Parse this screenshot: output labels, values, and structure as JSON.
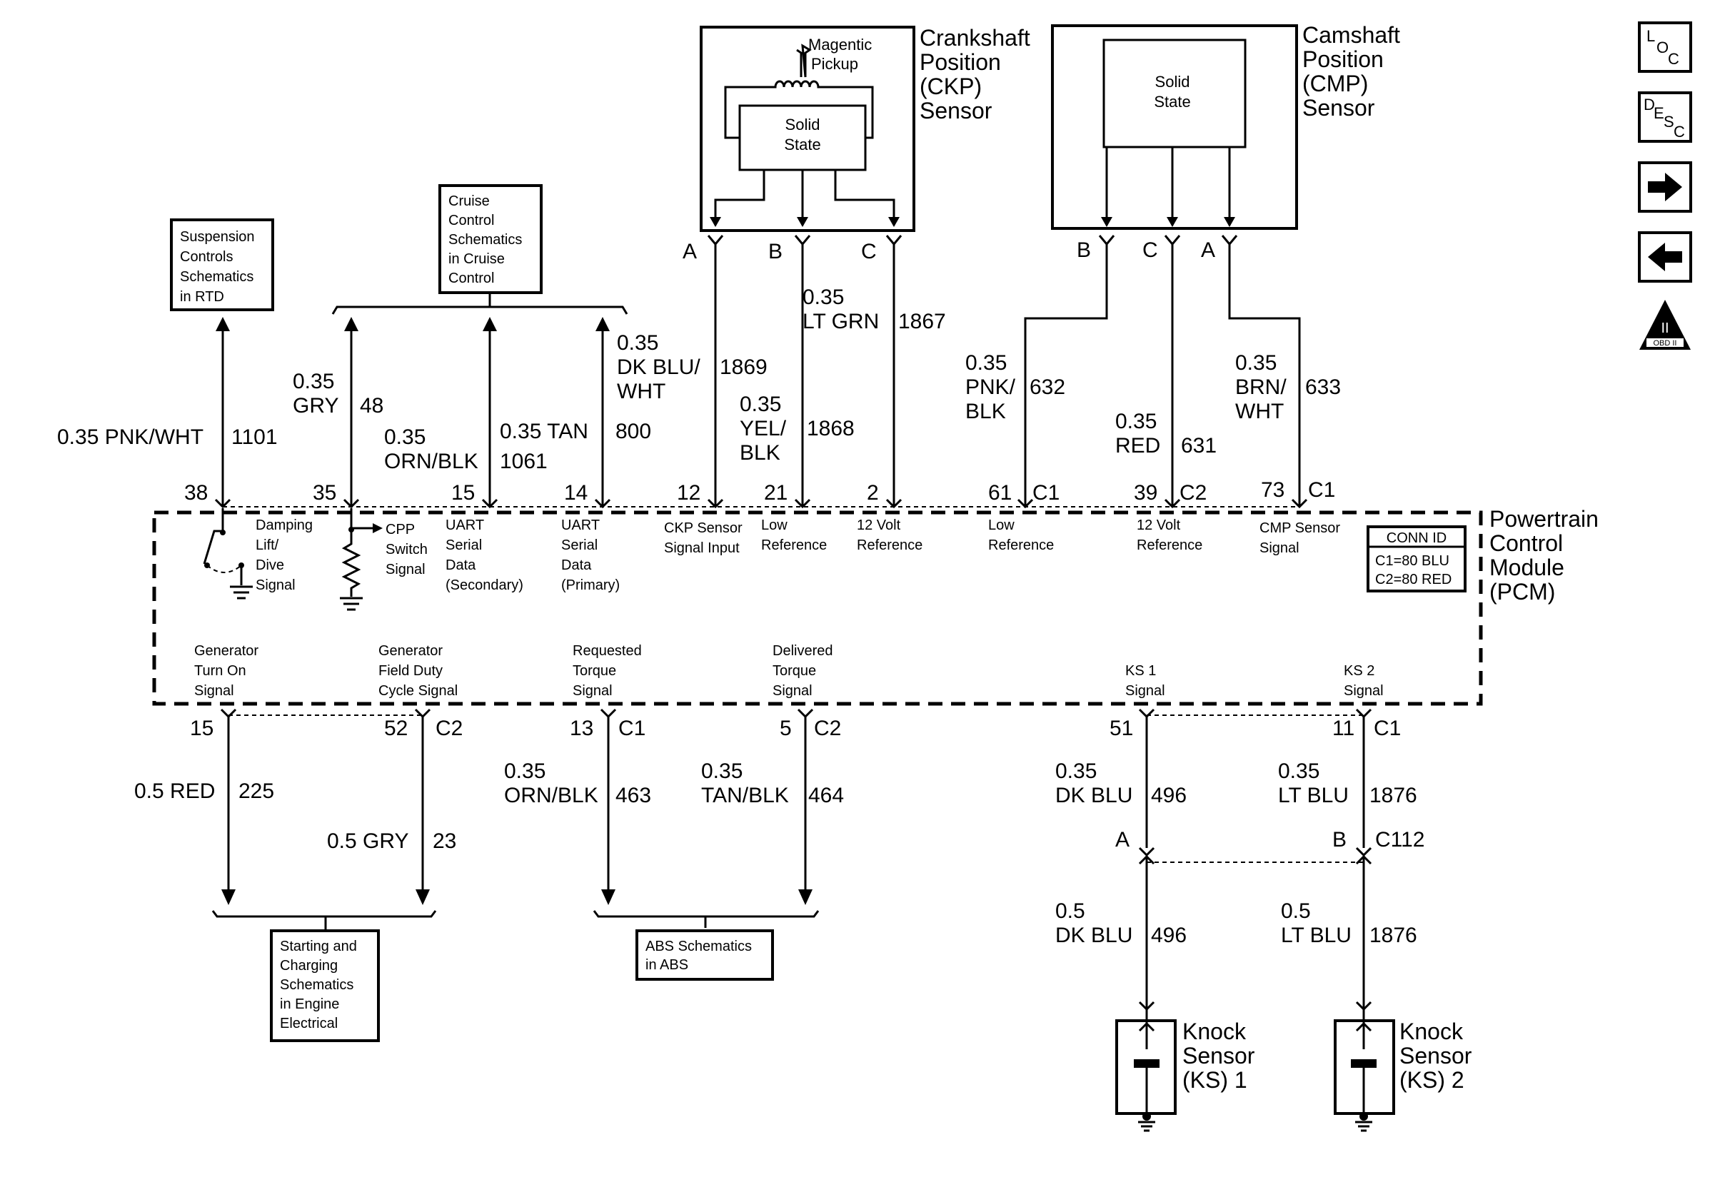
{
  "ckp": {
    "title": [
      "Crankshaft",
      "Position",
      "(CKP)",
      "Sensor"
    ],
    "pickup": [
      "Magentic",
      "Pickup"
    ],
    "solid": [
      "Solid",
      "State"
    ],
    "pins": [
      "A",
      "B",
      "C"
    ]
  },
  "cmp": {
    "title": [
      "Camshaft",
      "Position",
      "(CMP)",
      "Sensor"
    ],
    "solid": [
      "Solid",
      "State"
    ],
    "pins": [
      "B",
      "C",
      "A"
    ]
  },
  "pcm": {
    "title": [
      "Powertrain",
      "Control",
      "Module",
      "(PCM)"
    ],
    "conn_id": {
      "title": "CONN ID",
      "lines": [
        "C1=80 BLU",
        "C2=80 RED"
      ]
    }
  },
  "refs": {
    "suspension": [
      "Suspension",
      "Controls",
      "Schematics",
      "in RTD"
    ],
    "cruise": [
      "Cruise",
      "Control",
      "Schematics",
      "in Cruise",
      "Control"
    ],
    "starting": [
      "Starting and",
      "Charging",
      "Schematics",
      "in Engine",
      "Electrical"
    ],
    "abs": [
      "ABS Schematics",
      "in ABS"
    ]
  },
  "top_circuits": [
    {
      "pin": "38",
      "wire": [
        "0.35 PNK/WHT"
      ],
      "circuit": "1101",
      "func": [
        "Damping",
        "Lift/",
        "Dive",
        "Signal"
      ]
    },
    {
      "pin": "35",
      "wire": [
        "0.35",
        "GRY"
      ],
      "circuit": "48",
      "func": [
        "CPP",
        "Switch",
        "Signal"
      ]
    },
    {
      "pin": "15",
      "wire": [
        "0.35",
        "ORN/BLK"
      ],
      "circuit": "1061",
      "func": [
        "UART",
        "Serial",
        "Data",
        "(Secondary)"
      ]
    },
    {
      "pin": "14",
      "wire": [
        "0.35 TAN"
      ],
      "circuit": "800",
      "func": [
        "UART",
        "Serial",
        "Data",
        "(Primary)"
      ]
    },
    {
      "pin": "12",
      "wire": [
        "0.35",
        "DK BLU/",
        "WHT"
      ],
      "circuit": "1869",
      "func": [
        "CKP Sensor",
        "Signal Input"
      ]
    },
    {
      "pin": "21",
      "wire": [
        "0.35",
        "YEL/",
        "BLK"
      ],
      "circuit": "1868",
      "func": [
        "Low",
        "Reference"
      ]
    },
    {
      "pin": "2",
      "wire": [
        "0.35",
        "LT GRN"
      ],
      "circuit": "1867",
      "func": [
        "12 Volt",
        "Reference"
      ]
    },
    {
      "pin": "61",
      "conn": "C1",
      "wire": [
        "0.35",
        "PNK/",
        "BLK"
      ],
      "circuit": "632",
      "func": [
        "Low",
        "Reference"
      ]
    },
    {
      "pin": "39",
      "conn": "C2",
      "wire": [
        "0.35",
        "RED"
      ],
      "circuit": "631",
      "func": [
        "12 Volt",
        "Reference"
      ]
    },
    {
      "pin": "73",
      "conn": "C1",
      "wire": [
        "0.35",
        "BRN/",
        "WHT"
      ],
      "circuit": "633",
      "func": [
        "CMP Sensor",
        "Signal"
      ]
    }
  ],
  "bottom_circuits": [
    {
      "pin": "15",
      "wire": [
        "0.5 RED"
      ],
      "circuit": "225",
      "func": [
        "Generator",
        "Turn On",
        "Signal"
      ]
    },
    {
      "pin": "52",
      "conn": "C2",
      "wire": [
        "0.5 GRY"
      ],
      "circuit": "23",
      "func": [
        "Generator",
        "Field Duty",
        "Cycle Signal"
      ]
    },
    {
      "pin": "13",
      "conn": "C1",
      "wire": [
        "0.35",
        "ORN/BLK"
      ],
      "circuit": "463",
      "func": [
        "Requested",
        "Torque",
        "Signal"
      ]
    },
    {
      "pin": "5",
      "conn": "C2",
      "wire": [
        "0.35",
        "TAN/BLK"
      ],
      "circuit": "464",
      "func": [
        "Delivered",
        "Torque",
        "Signal"
      ]
    },
    {
      "pin": "51",
      "wire": [
        "0.35",
        "DK BLU"
      ],
      "circuit": "496",
      "func": [
        "KS 1",
        "Signal"
      ],
      "wire2": [
        "0.5",
        "DK BLU"
      ],
      "pin2": "A"
    },
    {
      "pin": "11",
      "conn": "C1",
      "wire": [
        "0.35",
        "LT BLU"
      ],
      "circuit": "1876",
      "func": [
        "KS 2",
        "Signal"
      ],
      "wire2": [
        "0.5",
        "LT BLU"
      ],
      "pin2": "B"
    }
  ],
  "c112": "C112",
  "knock": [
    [
      "Knock",
      "Sensor",
      "(KS) 1"
    ],
    [
      "Knock",
      "Sensor",
      "(KS) 2"
    ]
  ],
  "nav": {
    "loc": [
      "L",
      "O",
      "C"
    ],
    "desc": [
      "D",
      "E",
      "S",
      "C"
    ],
    "next_icon": "arrow-right-icon",
    "prev_icon": "arrow-left-icon",
    "obd": [
      "II",
      "OBD II"
    ]
  }
}
